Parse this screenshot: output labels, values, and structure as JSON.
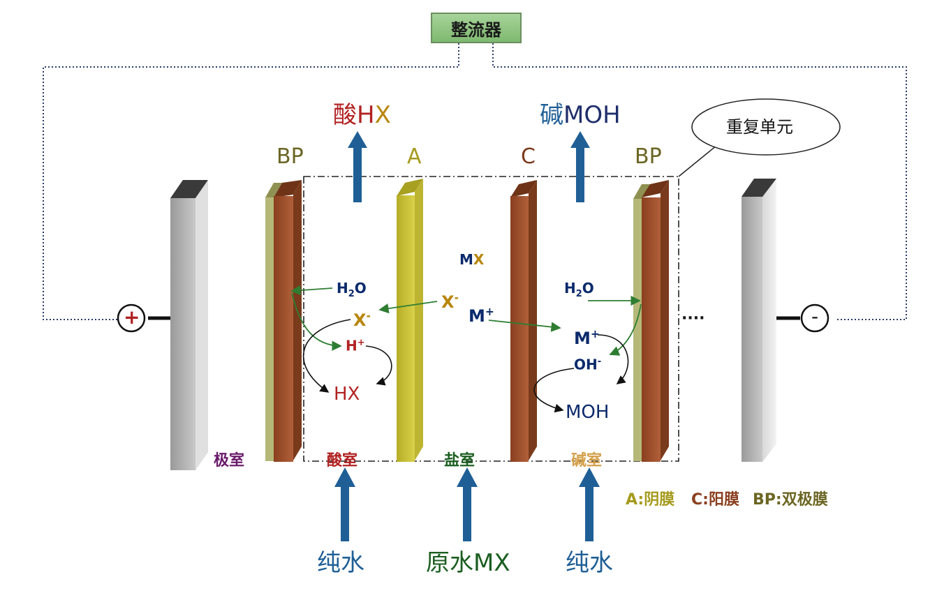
{
  "rectifier": "整流器",
  "bubble": "重复单元",
  "top_labels": {
    "acid_prefix": "酸",
    "acid_h": "H",
    "acid_x": "X",
    "base_prefix": "碱",
    "base_m": "MOH"
  },
  "membrane_labels": {
    "bp_left": "BP",
    "a": "A",
    "c": "C",
    "bp_right": "BP"
  },
  "ions": {
    "mx_m": "M",
    "mx_x": "X",
    "h2o_left": "H",
    "h2o_left_sub": "2",
    "h2o_left_o": "O",
    "x_minus_right": "X",
    "x_minus_left": "X",
    "minus": "-",
    "h_plus": "H",
    "plus": "+",
    "hx": "HX",
    "m_plus_left": "M",
    "m_plus_right": "M",
    "h2o_right": "H",
    "h2o_right_sub": "2",
    "h2o_right_o": "O",
    "oh_minus": "OH",
    "moh": "MOH"
  },
  "electrodes": {
    "positive": "+",
    "negative": "-"
  },
  "ellipsis": "····",
  "chambers": {
    "electrode": "极室",
    "acid": "酸室",
    "salt": "盐室",
    "base": "碱室"
  },
  "bottom_labels": {
    "pure_left": "纯水",
    "raw": "原水MX",
    "pure_right": "纯水"
  },
  "legend": {
    "a": "A:阴膜",
    "c": "C:阳膜",
    "bp": "BP:双极膜"
  },
  "colors": {
    "blue_arrow": "#1f5f96",
    "green_arrow": "#2e7d32",
    "acid_red": "#b22222",
    "x_gold": "#b8860b",
    "navy": "#0b2a6b",
    "anion_membrane": "#c9c23a",
    "cation_membrane": "#9c4d2a",
    "bp_membrane": "#b5b878",
    "purple": "#6a1b6a",
    "dark_green": "#1b5e20"
  }
}
